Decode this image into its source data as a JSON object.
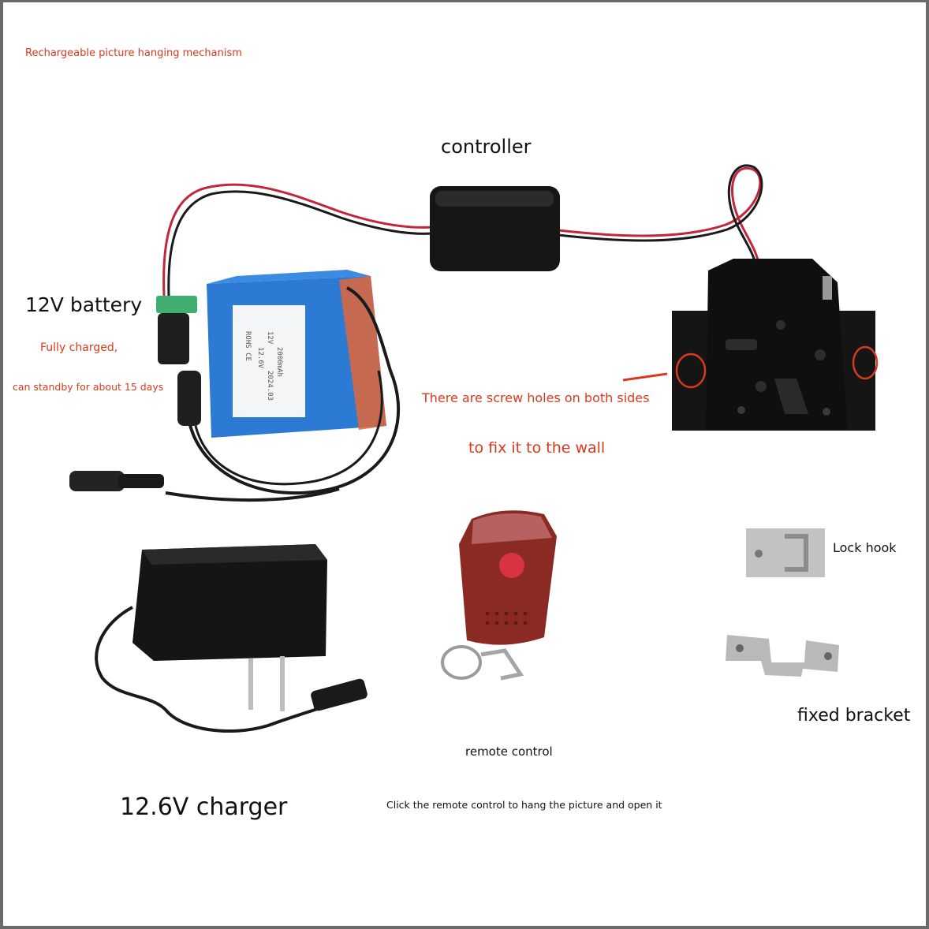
{
  "header": {
    "title": "Rechargeable picture hanging mechanism"
  },
  "labels": {
    "controller": "controller",
    "battery": "12V battery",
    "battery_note1": "Fully charged,",
    "battery_note2": "can standby for about 15 days",
    "screw_note1": "There are screw holes on both sides",
    "screw_note2": "to fix it to the wall",
    "lock_hook": "Lock hook",
    "fixed_bracket": "fixed bracket",
    "remote": "remote control",
    "remote_note": "Click the remote control to hang the picture and open it",
    "charger": "12.6V charger"
  },
  "battery_sticker": {
    "line1": "12V",
    "line2": "12.6V",
    "line3": "2000mAh",
    "line4": "2024.03",
    "marks": "ROHS CE"
  },
  "colors": {
    "accent_red": "#d93a1c",
    "battery_blue": "#2f7fd6",
    "remote_red": "#8a2a22",
    "device_black": "#1d1d1d"
  }
}
